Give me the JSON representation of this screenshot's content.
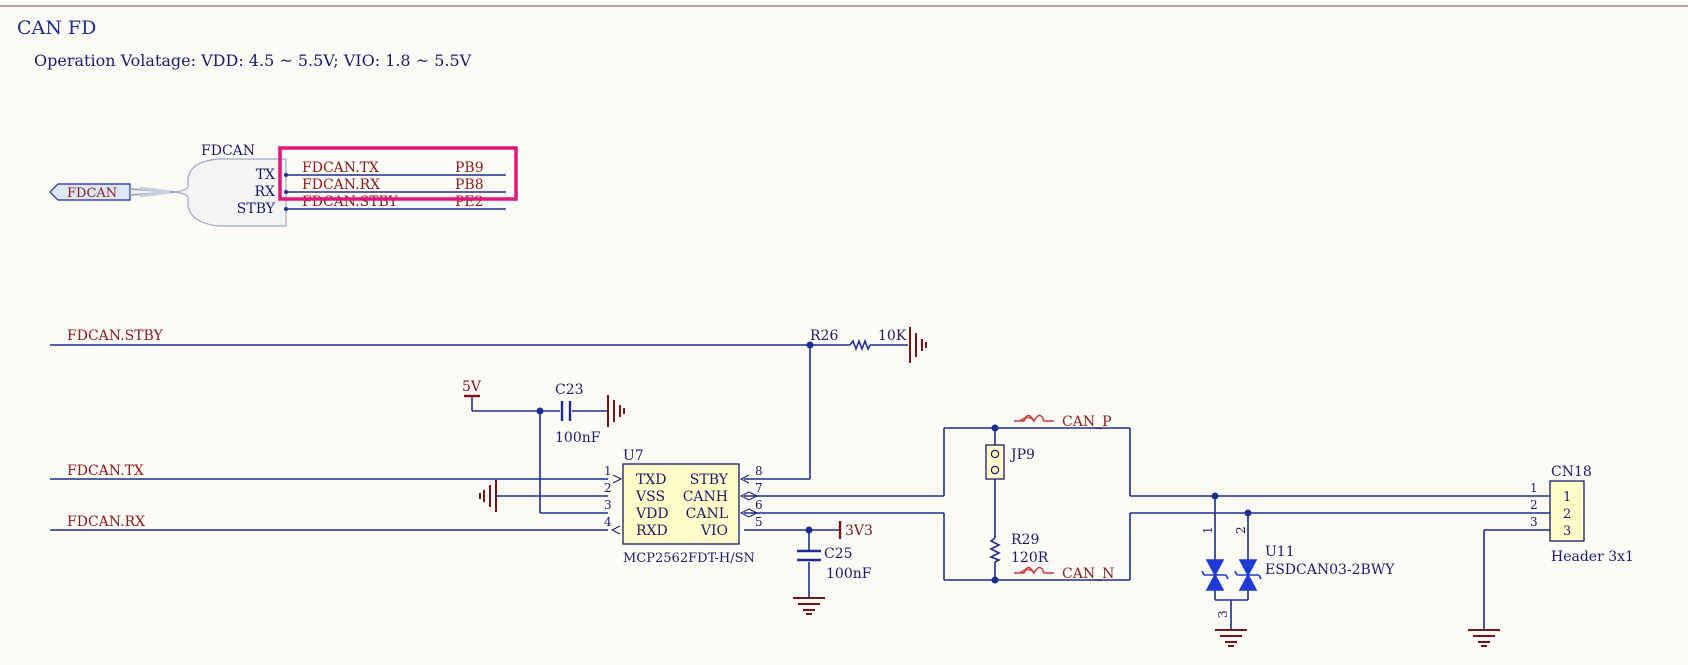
{
  "sheet": {
    "title": "CAN FD",
    "note": "Operation Volatage: VDD: 4.5 ~ 5.5V; VIO: 1.8 ~ 5.5V"
  },
  "colors": {
    "wire": "#1c2e8f",
    "net_label": "#8a1a1a",
    "component": "#1a1a6e",
    "power": "#7a1414",
    "chip_fill": "#fffdc8",
    "harness_fill": "#f4f4f4",
    "highlight": "#e0167a",
    "tvs": "#1d3ad6",
    "diff_pair": "#cc3a3a"
  },
  "harness": {
    "port_label": "FDCAN",
    "title": "FDCAN",
    "entries": [
      "TX",
      "RX",
      "STBY"
    ]
  },
  "harness_nets": [
    {
      "net": "FDCAN.TX",
      "pin": "PB9"
    },
    {
      "net": "FDCAN.RX",
      "pin": "PB8"
    },
    {
      "net": "FDCAN.STBY",
      "pin": "PE2"
    }
  ],
  "nets": {
    "stby": "FDCAN.STBY",
    "tx": "FDCAN.TX",
    "rx": "FDCAN.RX",
    "can_p": "CAN_P",
    "can_n": "CAN_N"
  },
  "power": {
    "v5": "5V",
    "v33": "3V3"
  },
  "resistors": {
    "r26": {
      "ref": "R26",
      "value": "10K"
    },
    "r29": {
      "ref": "R29",
      "value": "120R"
    }
  },
  "capacitors": {
    "c23": {
      "ref": "C23",
      "value": "100nF"
    },
    "c25": {
      "ref": "C25",
      "value": "100nF"
    }
  },
  "transceiver": {
    "ref": "U7",
    "part": "MCP2562FDT-H/SN",
    "left_pins": [
      {
        "num": "1",
        "name": "TXD"
      },
      {
        "num": "2",
        "name": "VSS"
      },
      {
        "num": "3",
        "name": "VDD"
      },
      {
        "num": "4",
        "name": "RXD"
      }
    ],
    "right_pins": [
      {
        "num": "8",
        "name": "STBY"
      },
      {
        "num": "7",
        "name": "CANH"
      },
      {
        "num": "6",
        "name": "CANL"
      },
      {
        "num": "5",
        "name": "VIO"
      }
    ]
  },
  "jumper": {
    "ref": "JP9"
  },
  "tvs": {
    "ref": "U11",
    "part": "ESDCAN03-2BWY",
    "pins": [
      "1",
      "2",
      "3"
    ]
  },
  "connector": {
    "ref": "CN18",
    "part": "Header 3x1",
    "pins": [
      "1",
      "2",
      "3"
    ]
  }
}
